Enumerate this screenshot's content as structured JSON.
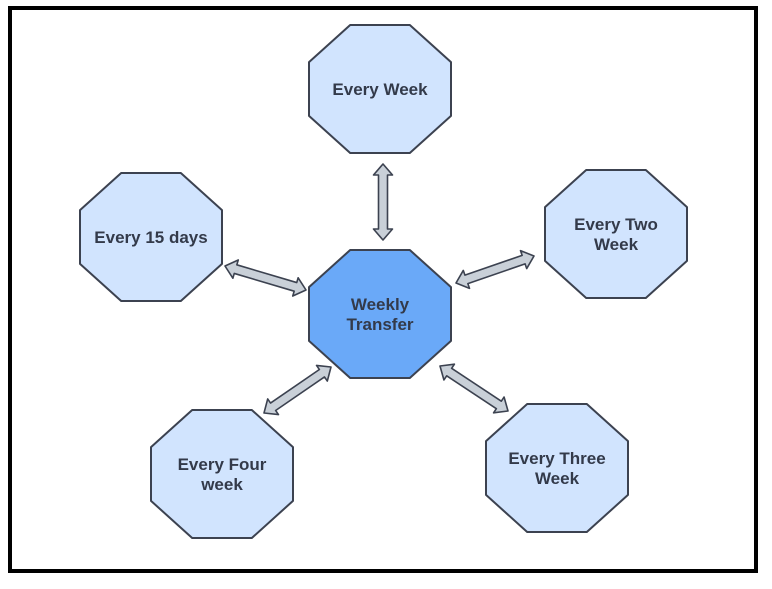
{
  "diagram": {
    "center": {
      "label_lines": [
        "Weekly",
        "Transfer"
      ]
    },
    "nodes": [
      {
        "id": "every-week",
        "label_lines": [
          "Every Week"
        ]
      },
      {
        "id": "every-two-week",
        "label_lines": [
          "Every Two",
          "Week"
        ]
      },
      {
        "id": "every-three-week",
        "label_lines": [
          "Every Three",
          "Week"
        ]
      },
      {
        "id": "every-four-week",
        "label_lines": [
          "Every Four",
          "week"
        ]
      },
      {
        "id": "every-15-days",
        "label_lines": [
          "Every 15 days"
        ]
      }
    ],
    "edges": [
      {
        "from": "weekly-transfer",
        "to": "every-week",
        "bidirectional": true
      },
      {
        "from": "weekly-transfer",
        "to": "every-two-week",
        "bidirectional": true
      },
      {
        "from": "weekly-transfer",
        "to": "every-three-week",
        "bidirectional": true
      },
      {
        "from": "weekly-transfer",
        "to": "every-four-week",
        "bidirectional": true
      },
      {
        "from": "weekly-transfer",
        "to": "every-15-days",
        "bidirectional": true
      }
    ],
    "colors": {
      "center_fill": "#6aa9f8",
      "node_fill": "#d1e4fe",
      "node_stroke": "#3c4250",
      "arrow_fill": "#c9d0d8",
      "arrow_stroke": "#3c4250",
      "text": "#333a4a"
    }
  }
}
